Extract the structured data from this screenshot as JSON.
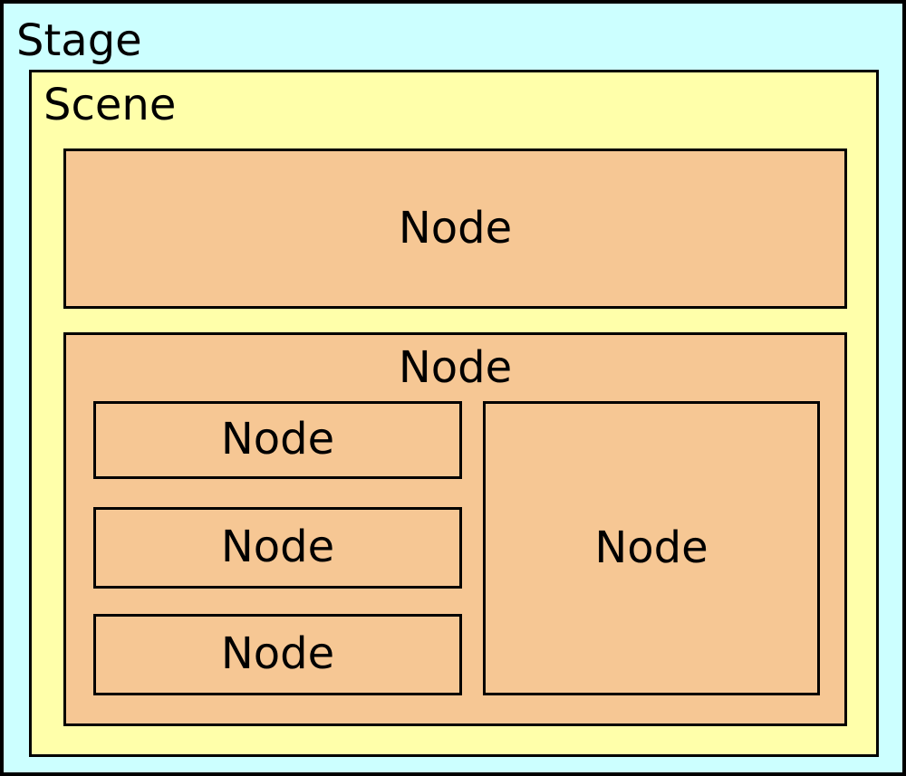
{
  "stage": {
    "label": "Stage",
    "bg_color": "#ccffff"
  },
  "scene": {
    "label": "Scene",
    "bg_color": "#ffffaa"
  },
  "node_style": {
    "bg_color": "#f6c794",
    "border_color": "#000000"
  },
  "top_node": {
    "label": "Node"
  },
  "group_node": {
    "label": "Node",
    "left_children": [
      {
        "label": "Node"
      },
      {
        "label": "Node"
      },
      {
        "label": "Node"
      }
    ],
    "right_child": {
      "label": "Node"
    }
  }
}
